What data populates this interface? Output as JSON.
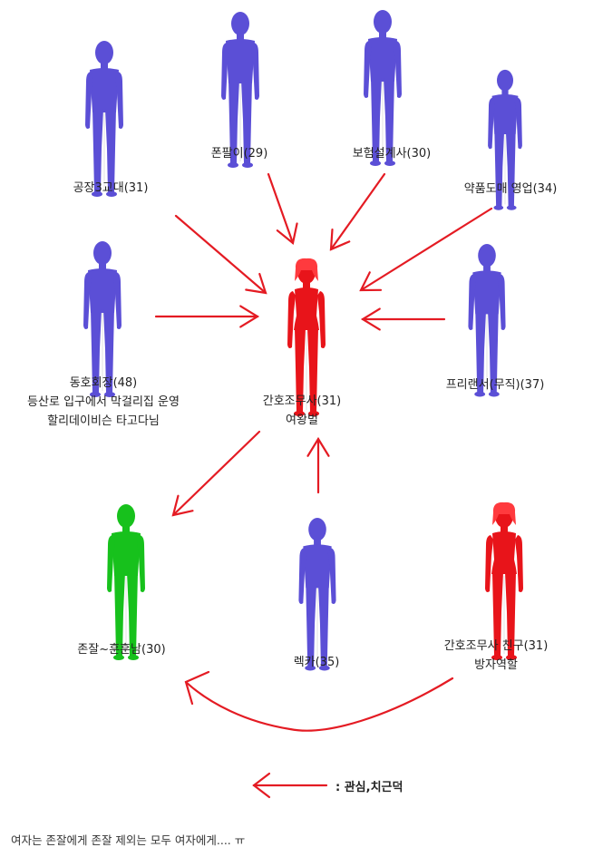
{
  "diagram": {
    "colors": {
      "male": "#5b4fd6",
      "female": "#e8141a",
      "target": "#17c11c",
      "arrow": "#e41b23"
    },
    "people": [
      {
        "id": "factory",
        "gender": "male",
        "lines": [
          "공장3교대(31)"
        ]
      },
      {
        "id": "phone",
        "gender": "male",
        "lines": [
          "폰팔이(29)"
        ]
      },
      {
        "id": "insurance",
        "gender": "male",
        "lines": [
          "보험설계사(30)"
        ]
      },
      {
        "id": "pharma",
        "gender": "male",
        "lines": [
          "약품도매 영업(34)"
        ]
      },
      {
        "id": "club",
        "gender": "male",
        "lines": [
          "동호회장(48)",
          "등산로 입구에서 막걸리집 운영",
          "할리데이비슨 타고다님"
        ]
      },
      {
        "id": "nurse",
        "gender": "female",
        "lines": [
          "간호조무사(31)",
          "여왕벌"
        ]
      },
      {
        "id": "freelancer",
        "gender": "male",
        "lines": [
          "프리랜서(무직)(37)"
        ]
      },
      {
        "id": "handsome",
        "gender": "target",
        "lines": [
          "존잘~훈훈남(30)"
        ]
      },
      {
        "id": "rekka",
        "gender": "male",
        "lines": [
          "렉카(35)"
        ]
      },
      {
        "id": "friend",
        "gender": "female",
        "lines": [
          "간호조무사 친구(31)",
          "방자역할"
        ]
      }
    ],
    "legend": ": 관심,치근덕",
    "caption": "여자는 존잘에게 존잘 제외는 모두 여자에게.... ㅠ"
  }
}
